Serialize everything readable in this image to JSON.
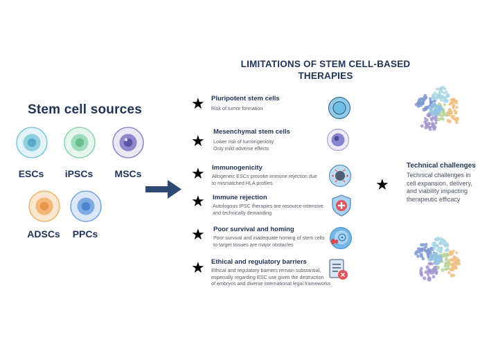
{
  "left_panel": {
    "title": "Stem cell sources",
    "cells": [
      {
        "label": "ESCs",
        "icon": "esc-cell-icon",
        "outer": "#e4f3f7",
        "ring": "#7cc4d9",
        "mid": "#8fcfdf",
        "core": "#5aa7c8"
      },
      {
        "label": "iPSCs",
        "icon": "ipsc-cell-icon",
        "outer": "#e6f6ee",
        "ring": "#86d3a8",
        "mid": "#9fdcbc",
        "core": "#6bbf8f"
      },
      {
        "label": "MSCs",
        "icon": "msc-cell-icon",
        "outer": "#ebe7f5",
        "ring": "#8a83c8",
        "mid": "#8f89cc",
        "core": "#5b57a8"
      },
      {
        "label": "ADSCs",
        "icon": "adsc-cell-icon",
        "outer": "#fbe6cf",
        "ring": "#f0b26a",
        "mid": "#f3b878",
        "core": "#e8934a"
      },
      {
        "label": "PPCs",
        "icon": "ppc-cell-icon",
        "outer": "#dce8f8",
        "ring": "#6ea2dd",
        "mid": "#7cace3",
        "core": "#4b86cf"
      }
    ]
  },
  "arrow": {
    "icon": "arrow-right-icon",
    "color": "#2f4a72"
  },
  "main": {
    "title_line1": "LIMITATIONS OF STEM CELL-BASED",
    "title_line2": "THERAPIES",
    "items": [
      {
        "title": "Pluripotent stem cells",
        "desc": [
          "Risk of tumor formation"
        ],
        "icon": "pluripotent-cell-icon"
      },
      {
        "title": "Mesenchymal stem cells",
        "desc": [
          "Lower risk of tumorigenicity",
          "Only mild adverse effects"
        ],
        "icon": "mesenchymal-cell-icon"
      },
      {
        "title": "Immunogenicity",
        "desc": [
          "Allogeneic ESCs provoke immune rejection due",
          "to mismatched HLA profiles."
        ],
        "icon": "immune-cell-icon"
      },
      {
        "title": "Immune rejection",
        "desc": [
          "Autologous IPSC therapies are resource-intensive",
          "and technically demanding"
        ],
        "icon": "shield-plus-icon"
      },
      {
        "title": "Poor survival and homing",
        "desc": [
          "Poor survival and inadequate homing of stem cells",
          "to target tissues are major obstacles"
        ],
        "icon": "homing-cell-icon"
      },
      {
        "title": "Ethical and regulatory barriers",
        "desc": [
          "Ethical and regulatory barriers remain substantial,",
          "especially regarding ESC use given the destruction",
          "of embryos and diverse international legal frameworks"
        ],
        "icon": "document-reject-icon"
      }
    ]
  },
  "technical": {
    "title": "Technical challenges",
    "desc": [
      "Technical challenges in",
      "cell expansion, delivery,",
      "and viability impacting",
      "therapeutic efficacy"
    ],
    "icon": "protein-structure-icon"
  },
  "star_glyph": "★"
}
